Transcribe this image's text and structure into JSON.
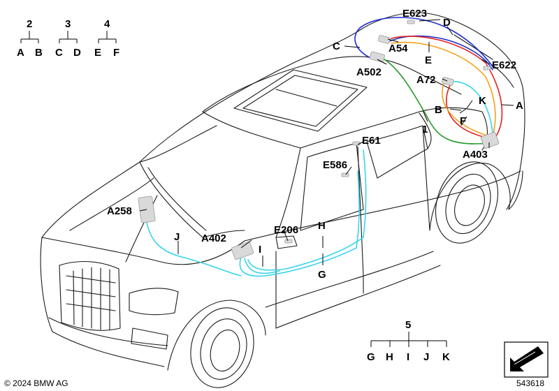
{
  "group_trees": [
    {
      "parent": "2",
      "children": [
        "A",
        "B"
      ]
    },
    {
      "parent": "3",
      "children": [
        "C",
        "D"
      ]
    },
    {
      "parent": "4",
      "children": [
        "E",
        "F"
      ]
    }
  ],
  "bottom_tree": {
    "parent": "5",
    "children": [
      "G",
      "H",
      "I",
      "J",
      "K"
    ]
  },
  "labels": {
    "e623": "E623",
    "d": "D",
    "c": "C",
    "a54": "A54",
    "e": "E",
    "e622": "E622",
    "a502": "A502",
    "a72": "A72",
    "k": "K",
    "b": "B",
    "a": "A",
    "f": "F",
    "one": "1",
    "a403": "A403",
    "e61": "E61",
    "e586": "E586",
    "a258": "A258",
    "h": "H",
    "e206": "E206",
    "a402": "A402",
    "j": "J",
    "i": "I",
    "g": "G"
  },
  "wire_colors": {
    "blue": "#1f2fd0",
    "red": "#e02020",
    "orange": "#f5a019",
    "cyan": "#39d4ea",
    "green": "#2a9a2a"
  },
  "icon": "arrow-navigation-icon",
  "copyright": "© 2024 BMW AG",
  "image_number": "543618"
}
